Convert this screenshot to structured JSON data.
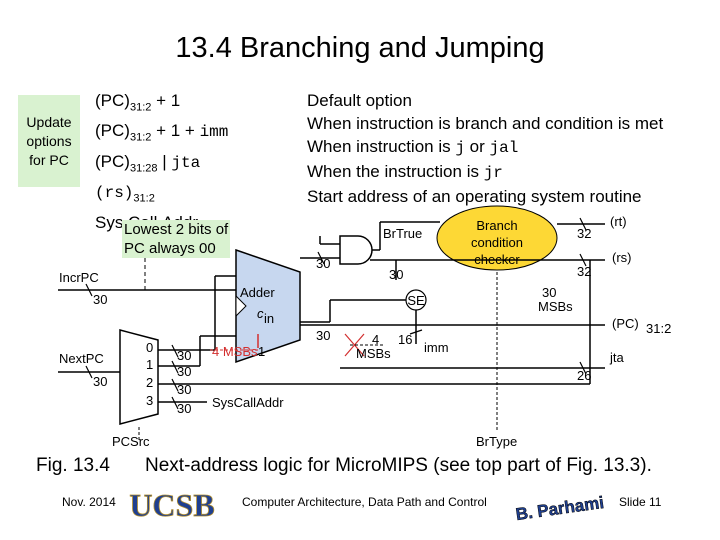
{
  "title": "13.4  Branching and Jumping",
  "update_box": {
    "line1": "Update",
    "line2": "options",
    "line3": "for PC"
  },
  "options_left": {
    "o1_pre": "(PC)",
    "o1_sub": "31:2",
    "o1_post": " + 1",
    "o2_pre": "(PC)",
    "o2_sub": "31:2",
    "o2_mid": " + 1 + ",
    "o2_mono": "imm",
    "o3_pre": "(PC)",
    "o3_sub": "31:28",
    "o3_mid": " | ",
    "o3_mono": "jta",
    "o4_mono": "(rs)",
    "o4_sub": "31:2",
    "o5": "Sys.Call.Addr"
  },
  "options_right": {
    "r1": "Default option",
    "r2": "When instruction is branch and condition is met",
    "r3_pre": "When instruction is ",
    "r3_m1": "j",
    "r3_mid": " or ",
    "r3_m2": "jal",
    "r4_pre": "When the instruction is ",
    "r4_m1": "jr",
    "r5": "Start address of an operating system routine"
  },
  "note": {
    "line1": "Lowest 2 bits of",
    "line2": "PC always 00"
  },
  "diagram": {
    "branch_checker": {
      "line1": "Branch",
      "line2": "condition",
      "line3": "checker"
    },
    "adder": "Adder",
    "carry_c": "c",
    "carry_sub": "in",
    "se": "SE",
    "labels": {
      "incrpc": "IncrPC",
      "nextpc": "NextPC",
      "brtrue": "BrTrue",
      "rt": "(rt)",
      "rs": "(rs)",
      "pc_reg": "(PC)",
      "pc_sub": "31:2",
      "jta": "jta",
      "imm": "imm",
      "msbs30_a": "30",
      "msbs30_b": "MSBs",
      "msbs4_a": "4",
      "msbs4_b": "MSBs",
      "msbs4_red": "4 MSBs",
      "syscalladdr": "SysCallAddr",
      "pcsrc": "PCSrc",
      "brtype": "BrType",
      "one": "1"
    },
    "widths": {
      "w30_incr": "30",
      "w30_and": "30",
      "w30_add_in": "30",
      "w32_rt": "32",
      "w32_rs": "32",
      "w30_pc": "30",
      "w16_imm": "16",
      "w26_jta": "26",
      "m30_0": "30",
      "m30_1": "30",
      "m30_2": "30",
      "m30_3": "30",
      "w30_next": "30"
    },
    "mux_inputs": [
      "0",
      "1",
      "2",
      "3"
    ]
  },
  "caption": {
    "fig": "Fig. 13.4",
    "text": "Next-address logic for MicroMIPS (see top part of Fig. 13.3)."
  },
  "footer": {
    "date": "Nov. 2014",
    "course": "Computer Architecture, Data Path and Control",
    "slide": "Slide 11",
    "ucsb": "UCSB",
    "parhami": "B. Parhami"
  },
  "colors": {
    "green_box": "#d9f2d0",
    "checker_fill": "#fdd835",
    "adder_fill": "#c7d7ef",
    "red_wire": "#d32f2f",
    "ucsb_blue": "#1f3f8f"
  }
}
